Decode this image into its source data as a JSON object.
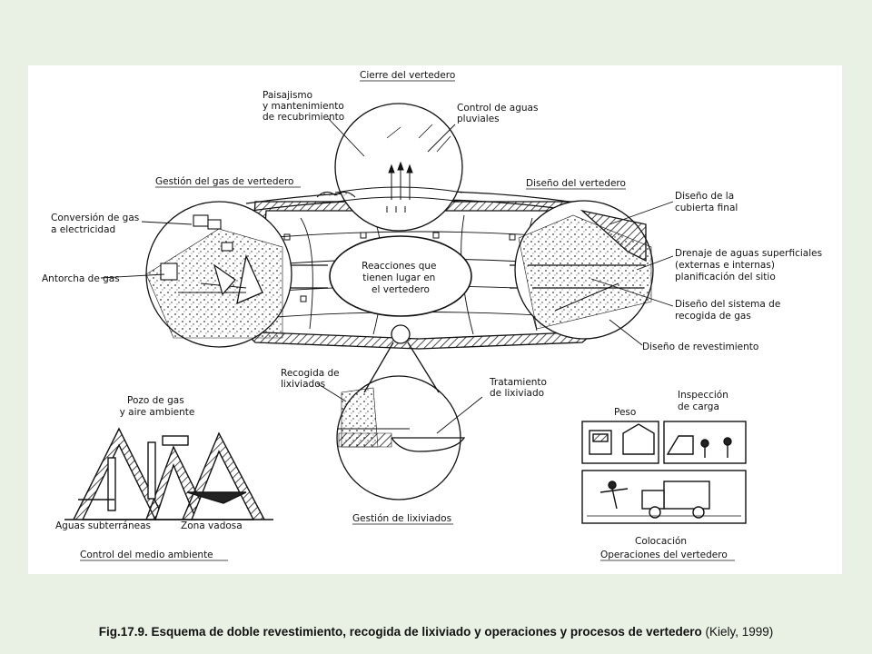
{
  "diagram": {
    "titles": {
      "closure": "Cierre del vertedero",
      "gas_management": "Gestión del gas de vertedero",
      "landfill_design": "Diseño del vertedero",
      "leachate_management": "Gestión de lixiviados",
      "environment_control": "Control del medio ambiente",
      "landfill_operations": "Operaciones del vertedero"
    },
    "center": [
      "Reacciones que",
      "tienen lugar en",
      "el vertedero"
    ],
    "labels": {
      "landscaping": [
        "Paisajismo",
        "y mantenimiento",
        "de recubrimiento"
      ],
      "stormwater": [
        "Control de aguas",
        "pluviales"
      ],
      "gas_conversion": [
        "Conversión de gas",
        "a electricidad"
      ],
      "gas_flare": "Antorcha de gas",
      "final_cover": [
        "Diseño de la",
        "cubierta final"
      ],
      "surface_drainage": [
        "Drenaje de aguas superficiales",
        "(externas e internas)",
        "planificación del sitio"
      ],
      "gas_collection_design": [
        "Diseño del sistema de",
        "recogida de gas"
      ],
      "liner_design": "Diseño de revestimiento",
      "leachate_collection": [
        "Recogida de",
        "lixiviados"
      ],
      "leachate_treatment": [
        "Tratamiento",
        "de lixiviado"
      ],
      "gas_well": [
        "Pozo de gas",
        "y aire ambiente"
      ],
      "groundwater": "Aguas subterráneas",
      "vadose_zone": "Zona vadosa",
      "weight": "Peso",
      "load_inspection": [
        "Inspección",
        "de carga"
      ],
      "placement": "Colocación"
    }
  },
  "caption": {
    "bold": "Fig.17.9. Esquema de doble revestimiento, recogida de lixiviado y operaciones y procesos de vertedero",
    "normal": "(Kiely, 1999)"
  }
}
